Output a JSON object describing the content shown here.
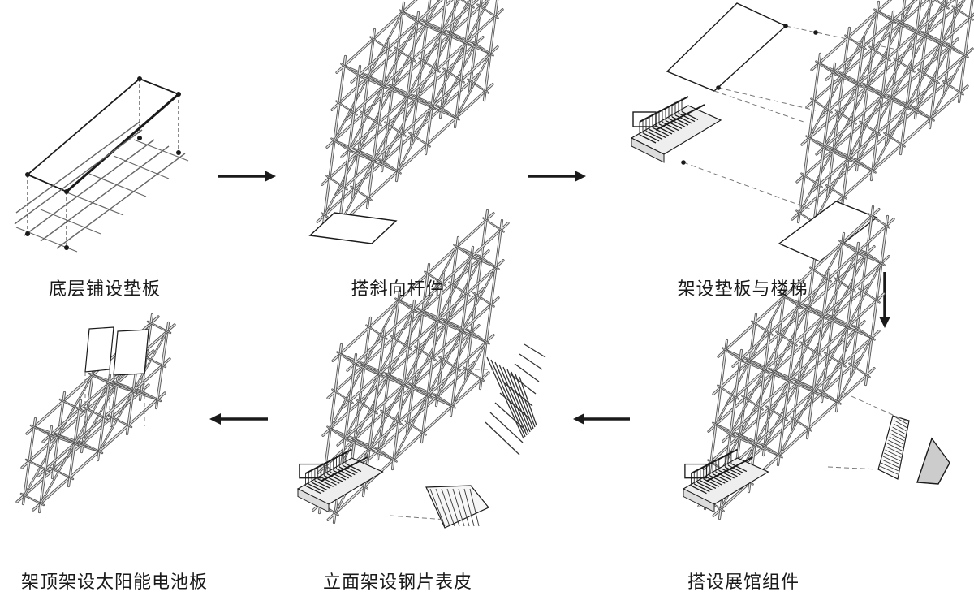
{
  "steps": [
    {
      "label": "底层铺设垫板"
    },
    {
      "label": "搭斜向杆件"
    },
    {
      "label": "架设垫板与楼梯"
    },
    {
      "label": "搭设展馆组件"
    },
    {
      "label": "立面架设钢片表皮"
    },
    {
      "label": "架顶架设太阳能电池板"
    }
  ],
  "colors": {
    "line": "#1a1a1a",
    "tube": "#555555",
    "tube_fill": "#cfcfcf",
    "background": "#ffffff"
  }
}
